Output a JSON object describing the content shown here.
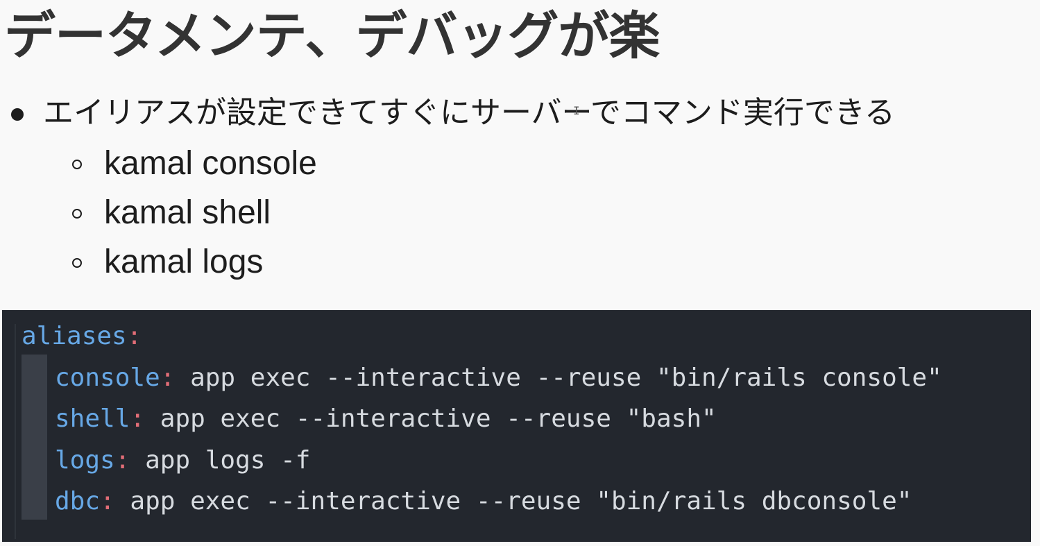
{
  "slide": {
    "title": "データメンテ、デバッグが楽",
    "bullet": "エイリアスが設定できてすぐにサーバーでコマンド実行できる",
    "sub_items": [
      "kamal console",
      "kamal shell",
      "kamal logs"
    ]
  },
  "code": {
    "root_key": "aliases",
    "root_colon": ":",
    "lines": [
      {
        "key": "console",
        "colon": ":",
        "value": " app exec --interactive --reuse \"bin/rails console\""
      },
      {
        "key": "shell",
        "colon": ":",
        "value": " app exec --interactive --reuse \"bash\""
      },
      {
        "key": "logs",
        "colon": ":",
        "value": " app logs -f"
      },
      {
        "key": "dbc",
        "colon": ":",
        "value": " app exec --interactive --reuse \"bin/rails dbconsole\""
      }
    ],
    "colors": {
      "background": "#23272e",
      "key": "#67a8e6",
      "colon": "#e16d77",
      "value": "#d7dbe0"
    }
  },
  "icons": {
    "cursor": "text-cursor-icon"
  }
}
